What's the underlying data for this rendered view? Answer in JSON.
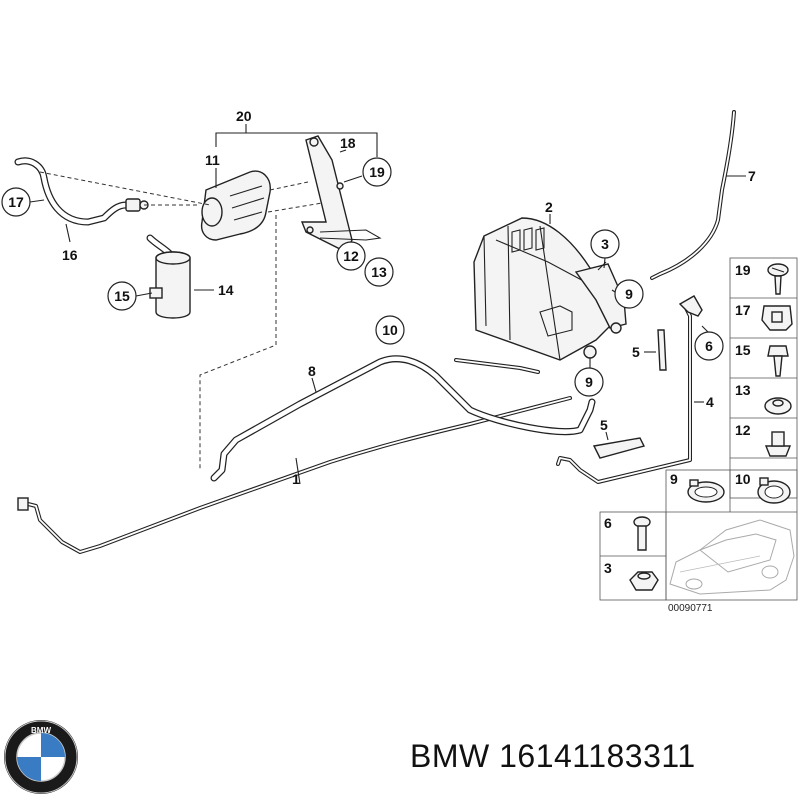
{
  "diagram": {
    "reference_number": "00090771",
    "callouts": {
      "c1": "1",
      "c2": "2",
      "c3": "3",
      "c4": "4",
      "c5a": "5",
      "c5b": "5",
      "c6": "6",
      "c7": "7",
      "c8": "8",
      "c9a": "9",
      "c9b": "9",
      "c10": "10",
      "c11": "11",
      "c12": "12",
      "c13": "13",
      "c14": "14",
      "c15": "15",
      "c16": "16",
      "c17": "17",
      "c18": "18",
      "c19": "19",
      "c20": "20"
    },
    "parts_panel": {
      "p19": "19",
      "p17": "17",
      "p15": "15",
      "p13": "13",
      "p12": "12",
      "p9": "9",
      "p10": "10",
      "p6": "6",
      "p3": "3"
    }
  },
  "caption": {
    "text": "BMW 16141183311"
  },
  "logo": {
    "letters": "BMW"
  },
  "colors": {
    "logo_blue": "#3a7cc4",
    "logo_ring": "#1a1a1a",
    "line": "#222222"
  }
}
